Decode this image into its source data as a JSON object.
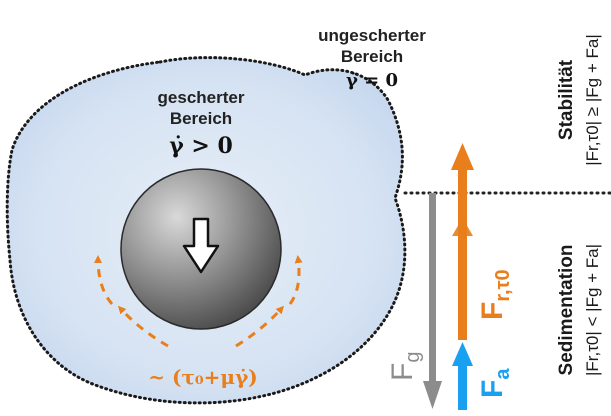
{
  "regions": {
    "unsheared": {
      "line1": "ungescherter",
      "line2": "Bereich",
      "rate": "γ̇ = 0"
    },
    "sheared": {
      "line1": "gescherter",
      "line2": "Bereich",
      "rate": "γ̇ > 0"
    },
    "stress": "~ (τ₀+μγ̇)"
  },
  "forces": {
    "fg": {
      "main": "F",
      "sub": "g",
      "color": "#8c8c8c"
    },
    "fa": {
      "main": "F",
      "sub": "a",
      "color": "#1aa0f0"
    },
    "fr": {
      "main": "F",
      "sub": "r,τ0",
      "color": "#e87e1c"
    }
  },
  "states": {
    "stability": {
      "title": "Stabilität",
      "cond": "|Fr,τ0| ≥ |Fg + Fa|"
    },
    "sedimentation": {
      "title": "Sedimentation",
      "cond": "|Fr,τ0| < |Fg + Fa|"
    }
  }
}
